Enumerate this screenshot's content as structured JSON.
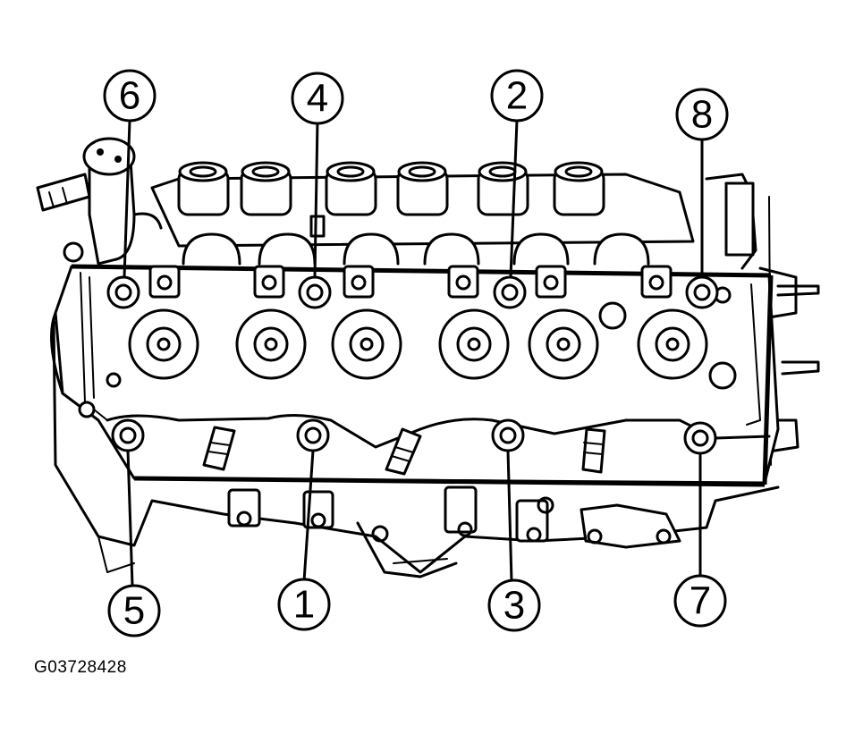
{
  "figure_code": "G03728428",
  "callouts": [
    {
      "label": "6"
    },
    {
      "label": "4"
    },
    {
      "label": "2"
    },
    {
      "label": "8"
    },
    {
      "label": "5"
    },
    {
      "label": "1"
    },
    {
      "label": "3"
    },
    {
      "label": "7"
    }
  ],
  "colors": {
    "ink": "#000000",
    "paper": "#ffffff"
  }
}
